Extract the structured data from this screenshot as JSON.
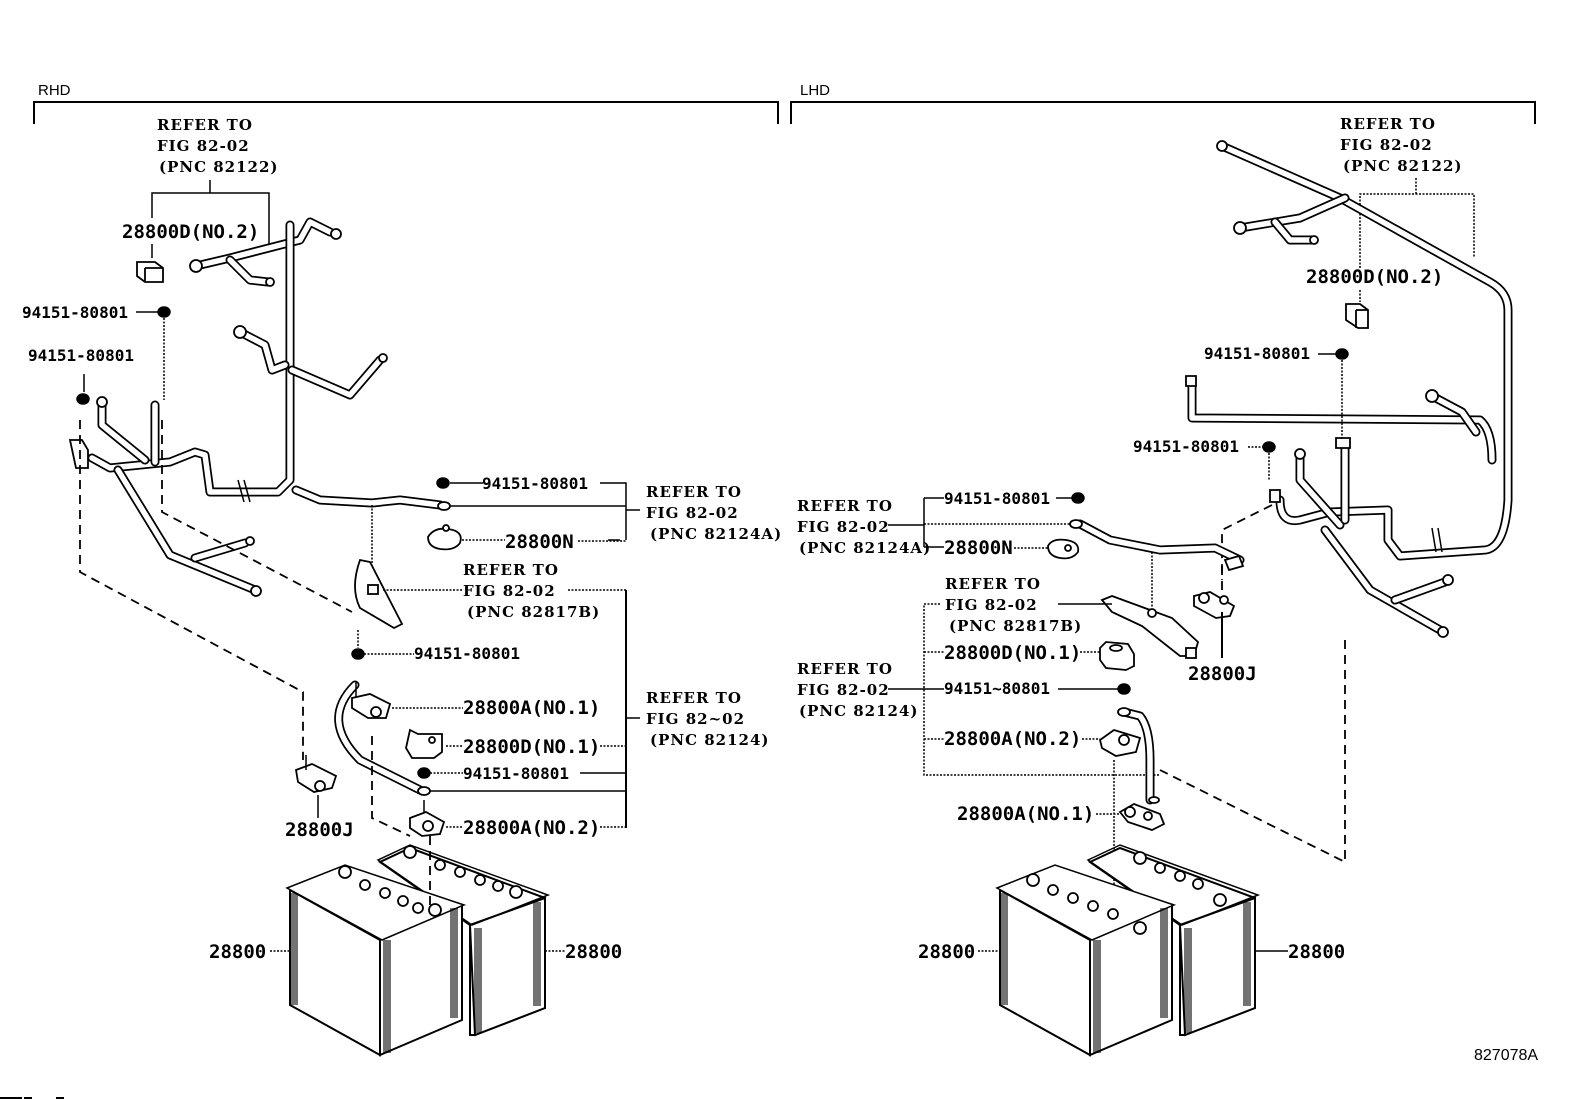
{
  "diagram": {
    "figure_code": "827078A",
    "sections": [
      {
        "id": "rhd",
        "title": "RHD",
        "refs": [
          {
            "id": "ref_82122",
            "lines": [
              "REFER TO",
              "FIG 82-02",
              "(PNC 82122)"
            ]
          },
          {
            "id": "ref_82124a",
            "lines": [
              "REFER TO",
              "FIG 82-02",
              "(PNC 82124A)"
            ]
          },
          {
            "id": "ref_82817b",
            "lines": [
              "REFER TO",
              "FIG 82-02",
              "(PNC 82817B)"
            ]
          },
          {
            "id": "ref_82124",
            "lines": [
              "REFER TO",
              "FIG 82~02",
              "(PNC 82124)"
            ]
          }
        ],
        "parts": [
          {
            "id": "clamp_d2",
            "label": "28800D(NO.2)"
          },
          {
            "id": "nut_1",
            "label": "94151-80801"
          },
          {
            "id": "nut_2",
            "label": "94151-80801"
          },
          {
            "id": "nut_3",
            "label": "94151-80801"
          },
          {
            "id": "sensor_n",
            "label": "28800N"
          },
          {
            "id": "nut_4",
            "label": "94151-80801"
          },
          {
            "id": "terminal_a1",
            "label": "28800A(NO.1)"
          },
          {
            "id": "clamp_d1",
            "label": "28800D(NO.1)"
          },
          {
            "id": "nut_5",
            "label": "94151-80801"
          },
          {
            "id": "clamp_j",
            "label": "28800J"
          },
          {
            "id": "terminal_a2",
            "label": "28800A(NO.2)"
          },
          {
            "id": "battery_left",
            "label": "28800"
          },
          {
            "id": "battery_right",
            "label": "28800"
          }
        ]
      },
      {
        "id": "lhd",
        "title": "LHD",
        "refs": [
          {
            "id": "ref_82122",
            "lines": [
              "REFER TO",
              "FIG 82-02",
              "(PNC 82122)"
            ]
          },
          {
            "id": "ref_82124a",
            "lines": [
              "REFER TO",
              "FIG 82-02",
              "(PNC 82124A)"
            ]
          },
          {
            "id": "ref_82817b",
            "lines": [
              "REFER TO",
              "FIG 82-02",
              "(PNC 82817B)"
            ]
          },
          {
            "id": "ref_82124",
            "lines": [
              "REFER TO",
              "FIG 82-02",
              "(PNC 82124)"
            ]
          }
        ],
        "parts": [
          {
            "id": "clamp_d2",
            "label": "28800D(NO.2)"
          },
          {
            "id": "nut_1",
            "label": "94151-80801"
          },
          {
            "id": "nut_2",
            "label": "94151-80801"
          },
          {
            "id": "nut_3",
            "label": "94151-80801"
          },
          {
            "id": "sensor_n",
            "label": "28800N"
          },
          {
            "id": "clamp_d1",
            "label": "28800D(NO.1)"
          },
          {
            "id": "clamp_j",
            "label": "28800J"
          },
          {
            "id": "nut_4",
            "label": "94151~80801"
          },
          {
            "id": "terminal_a2",
            "label": "28800A(NO.2)"
          },
          {
            "id": "terminal_a1",
            "label": "28800A(NO.1)"
          },
          {
            "id": "battery_left",
            "label": "28800"
          },
          {
            "id": "battery_right",
            "label": "28800"
          }
        ]
      }
    ]
  }
}
